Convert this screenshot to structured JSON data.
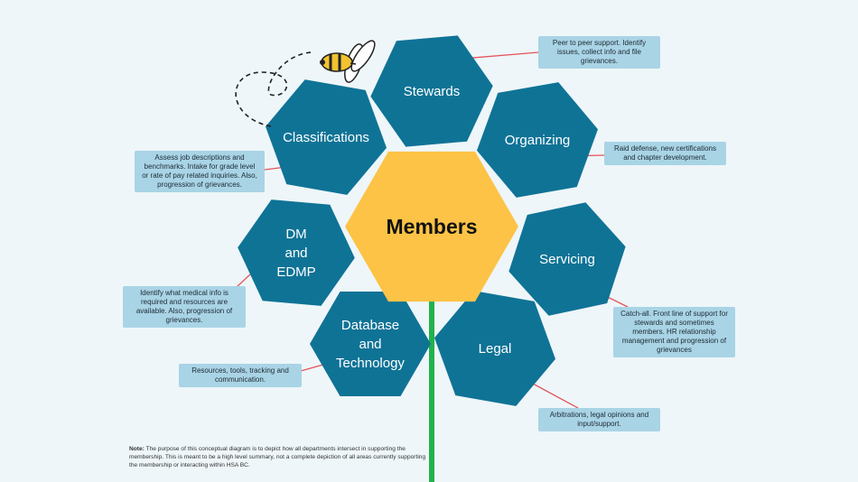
{
  "center": {
    "label": "Members"
  },
  "departments": [
    {
      "id": "stewards",
      "lines": [
        "Stewards"
      ],
      "note": "Peer to peer support. Identify issues, collect info and file grievances."
    },
    {
      "id": "classifications",
      "lines": [
        "Classifications"
      ],
      "note": "Assess job descriptions and benchmarks. Intake for grade level or rate of pay related inquiries. Also, progression of grievances."
    },
    {
      "id": "organizing",
      "lines": [
        "Organizing"
      ],
      "note": "Raid defense, new certifications and chapter development."
    },
    {
      "id": "dm-edmp",
      "lines": [
        "DM",
        "and",
        "EDMP"
      ],
      "note": "Identify what medical info is required and resources are available. Also, progression of grievances."
    },
    {
      "id": "servicing",
      "lines": [
        "Servicing"
      ],
      "note": "Catch-all. Front line of support for stewards and sometimes members. HR relationship management and progression of grievances"
    },
    {
      "id": "database-technology",
      "lines": [
        "Database",
        "and",
        "Technology"
      ],
      "note": "Resources, tools, tracking and communication."
    },
    {
      "id": "legal",
      "lines": [
        "Legal"
      ],
      "note": "Arbitrations, legal opinions and input/support."
    }
  ],
  "footnote": {
    "label": "Note:",
    "text": "The purpose of this conceptual diagram is to depict how all departments intersect in supporting the membership. This is meant to be a high level summary, not a complete depiction of all areas currently supporting the membership or interacting within HSA BC."
  },
  "colors": {
    "background": "#eef6f9",
    "petal": "#0f7396",
    "center": "#fdc346",
    "stem": "#21b24b",
    "connector": "#e5555b",
    "note_box": "#a9d4e6",
    "bee_body": "#f2c230"
  },
  "icons": {
    "decoration": "bee-icon"
  }
}
